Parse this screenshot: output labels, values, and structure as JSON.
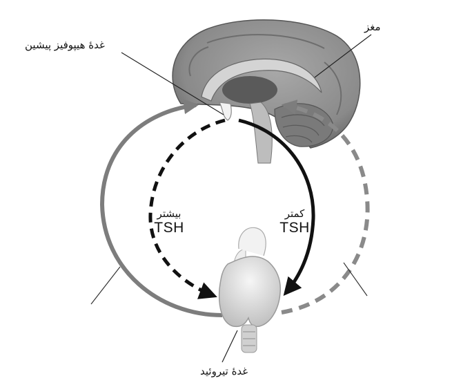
{
  "labels": {
    "brain": "مغز",
    "pituitary": "غدهٔ هیپوفیز پیشین",
    "thyroid": "غدهٔ تیروئید"
  },
  "tsh_more": {
    "word": "بیشتر",
    "hormone": "TSH"
  },
  "tsh_less": {
    "word": "کمتر",
    "hormone": "TSH"
  },
  "colors": {
    "outer_loop": "#8a8a8a",
    "inner_loop": "#111111",
    "brain": "#8f8f8f",
    "thyroid": "#dedede"
  }
}
